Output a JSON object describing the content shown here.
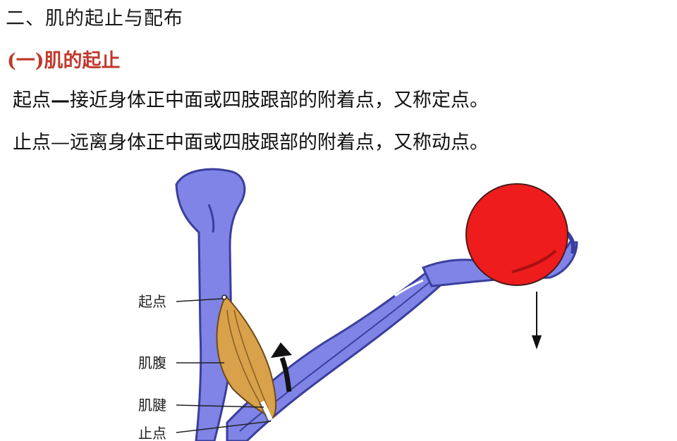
{
  "heading": "二、肌的起止与配布",
  "subheading": "(一)肌的起止",
  "definitions": [
    {
      "term": "起点",
      "dash": "—",
      "text": "接近身体正中面或四肢跟部的附着点，又称定点。"
    },
    {
      "term": "止点",
      "dash": "—",
      "text": "远离身体正中面或四肢跟部的附着点，又称动点。"
    }
  ],
  "figure": {
    "labels": {
      "origin": "起点",
      "belly": "肌腹",
      "tendon": "肌腱",
      "insertion": "止点"
    },
    "colors": {
      "bone": "#7f84e6",
      "bone_outline": "#3a3f9c",
      "muscle": "#d9a14a",
      "ball": "#ee1c1c"
    },
    "icons": [
      "up-arrow-icon",
      "down-arrow-icon"
    ]
  }
}
